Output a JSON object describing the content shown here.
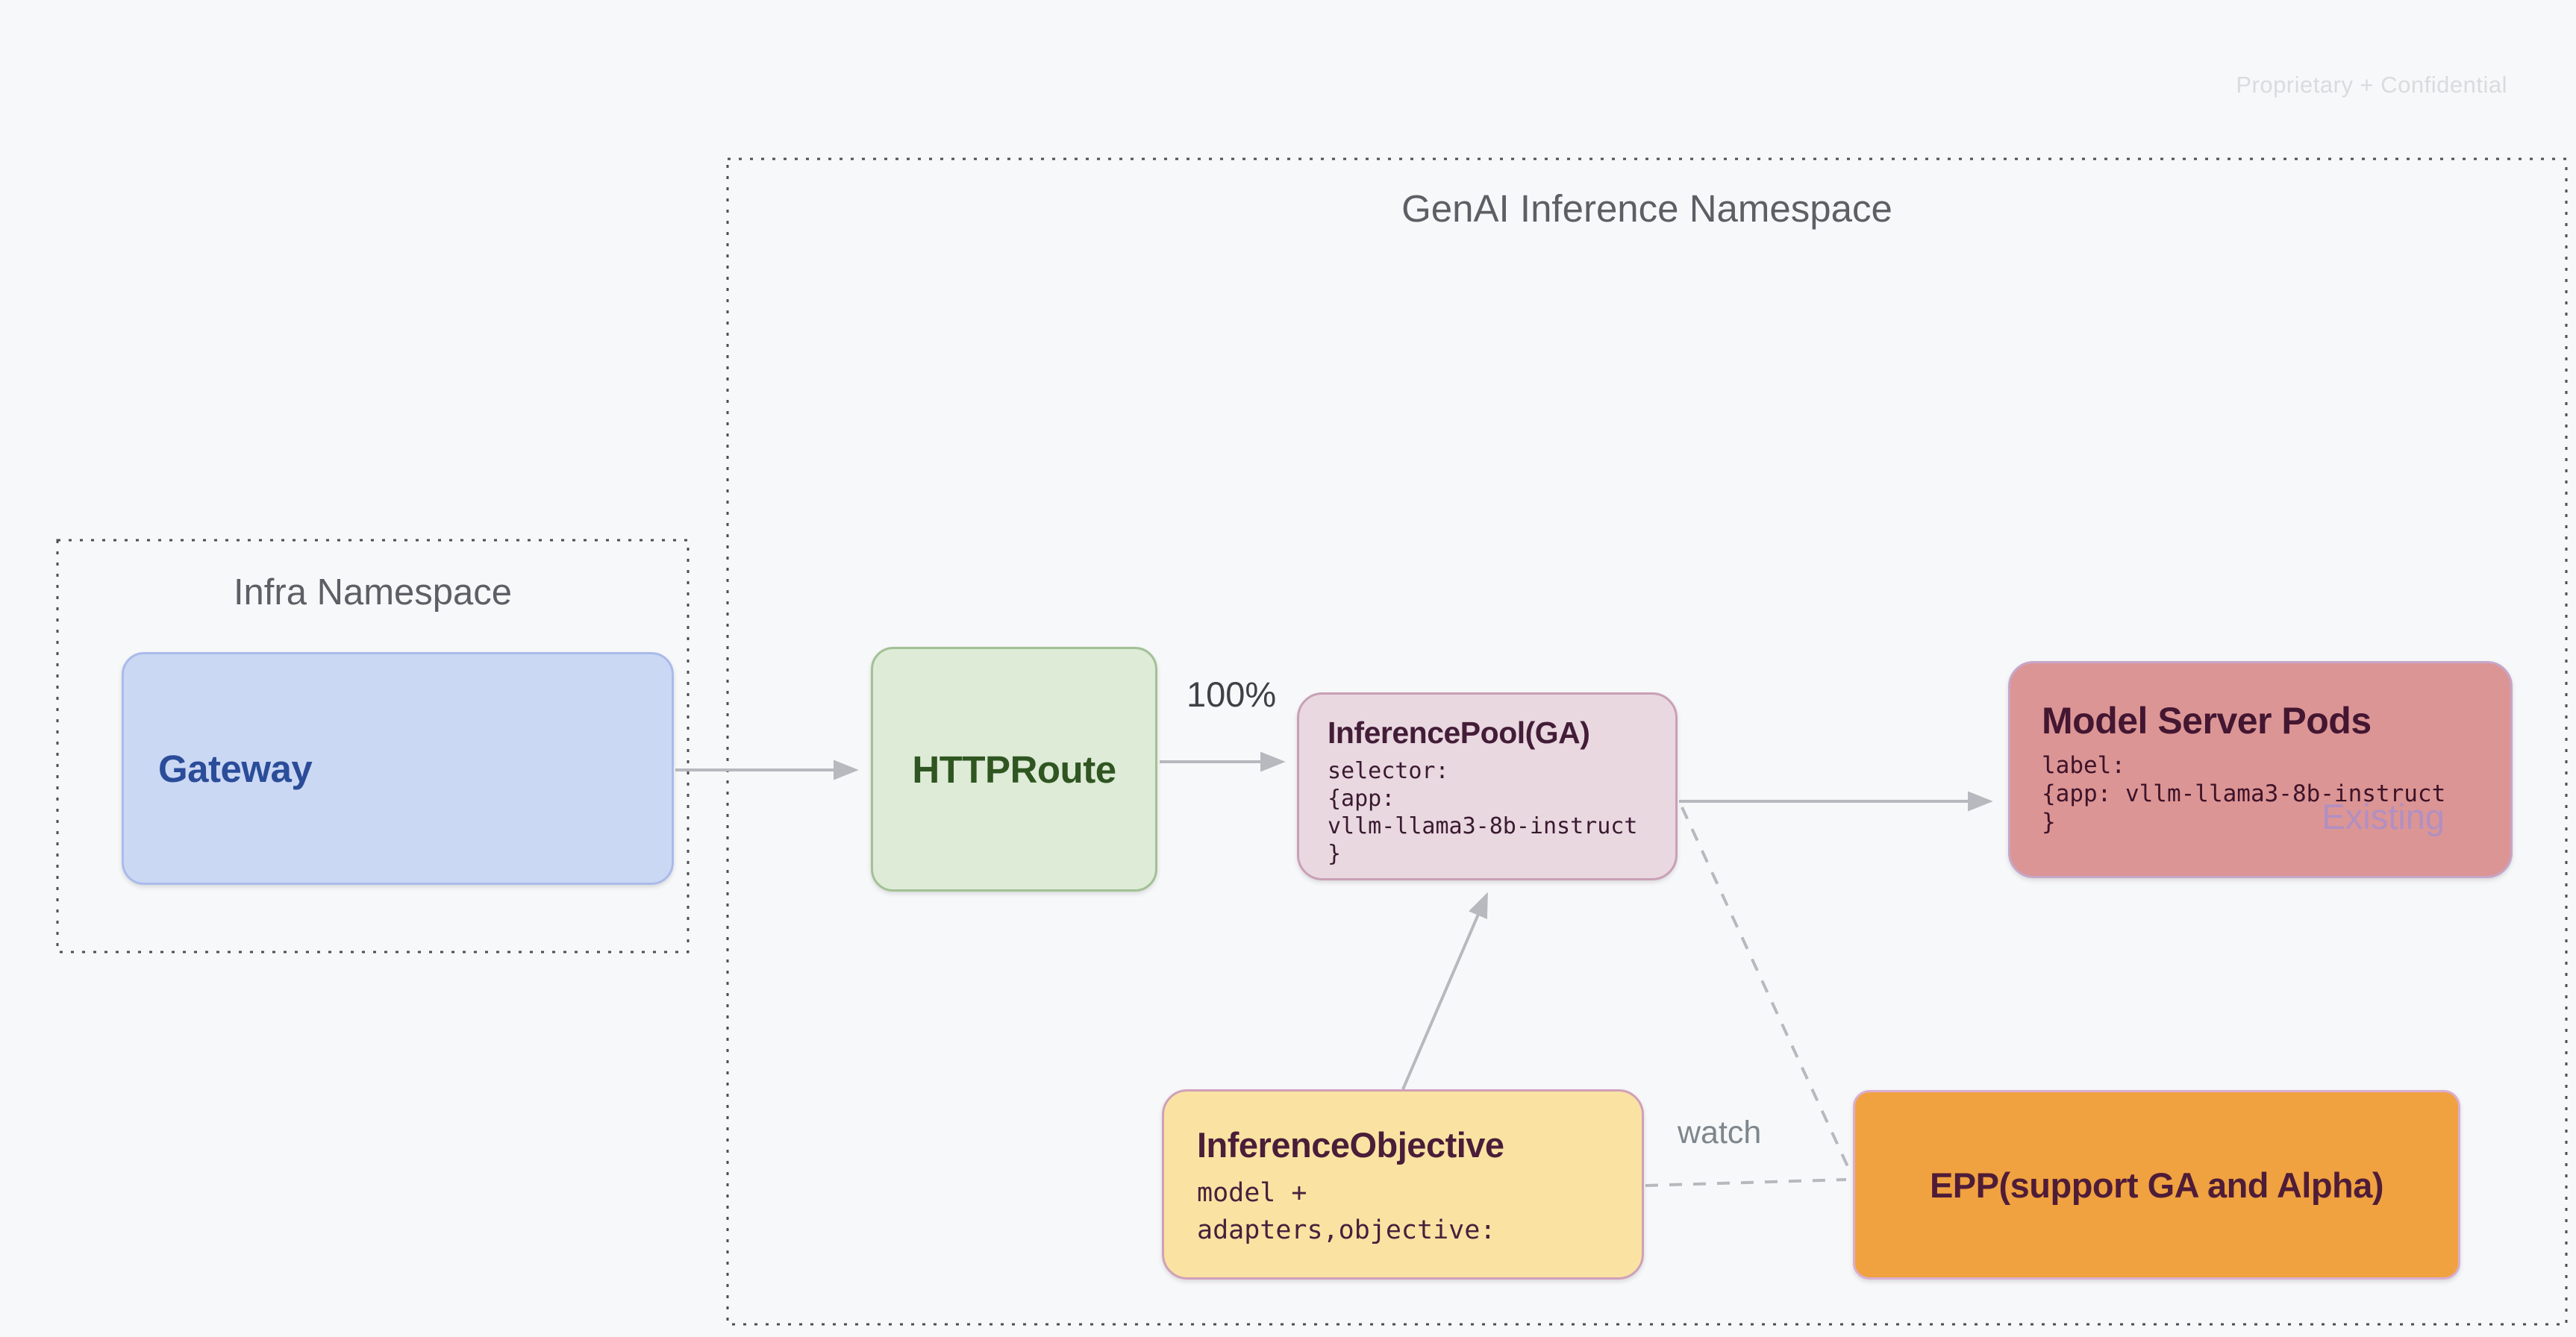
{
  "page": {
    "watermark": "Proprietary + Confidential",
    "background_color": "#f7f8f9",
    "line_color": "#b6b9bd",
    "dotted_border_color": "#4c4e51"
  },
  "namespaces": {
    "genai": {
      "label": "GenAI Inference Namespace",
      "label_color": "#5c6065"
    },
    "infra": {
      "label": "Infra Namespace",
      "label_color": "#5c6065"
    }
  },
  "nodes": {
    "gateway": {
      "title": "Gateway",
      "fill": "#cbd8f4",
      "border": "#a9bbea",
      "text_color": "#2a4c99"
    },
    "httproute": {
      "title": "HTTPRoute",
      "fill": "#deebd7",
      "border": "#a2c195",
      "text_color": "#2f5621"
    },
    "inference_pool": {
      "title": "InferencePool(GA)",
      "body": "selector:\n{app:\nvllm-llama3-8b-instruct\n}",
      "fill": "#e9d8e0",
      "border": "#c9a0b5",
      "text_color": "#431d38"
    },
    "model_server_pods": {
      "title": "Model Server Pods",
      "body": "label:\n{app: vllm-llama3-8b-instruct\n}",
      "badge": "Existing",
      "fill": "#dc9595",
      "border": "#c6a6c9",
      "text_color": "#431631",
      "badge_color": "#b18fc2"
    },
    "inference_objective": {
      "title": "InferenceObjective",
      "body": "model +\nadapters,objective:",
      "fill": "#fae3a2",
      "border": "#d0a0b8",
      "text_color": "#4a1d39"
    },
    "epp": {
      "title": "EPP(support GA and Alpha)",
      "fill": "#f0a240",
      "border": "#d9aed0",
      "text_color": "#4f1c38"
    }
  },
  "edges": {
    "gateway_to_httproute": {
      "from": "gateway",
      "to": "httproute",
      "style": "solid-arrow",
      "label": ""
    },
    "httproute_to_pool": {
      "from": "httproute",
      "to": "inference_pool",
      "style": "solid-arrow",
      "label": "100%"
    },
    "pool_to_pods": {
      "from": "inference_pool",
      "to": "model_server_pods",
      "style": "solid-arrow",
      "label": ""
    },
    "objective_to_pool": {
      "from": "inference_objective",
      "to": "inference_pool",
      "style": "solid-arrow",
      "label": ""
    },
    "epp_watch_pool": {
      "from": "inference_pool",
      "to": "epp",
      "style": "dashed",
      "label": ""
    },
    "epp_watch_objective": {
      "from": "inference_objective",
      "to": "epp",
      "style": "dashed",
      "label": "watch"
    }
  }
}
